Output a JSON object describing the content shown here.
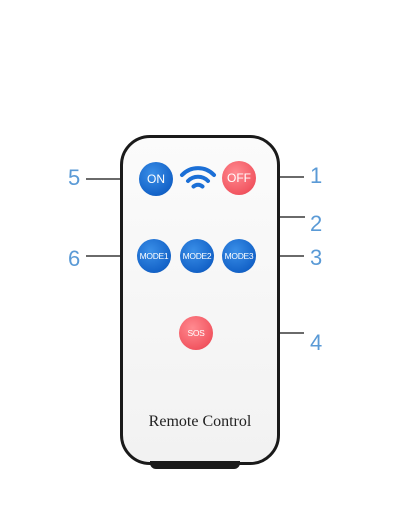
{
  "remote": {
    "brand_label": "Remote Control",
    "buttons": {
      "on": "ON",
      "off": "OFF",
      "mode1": "MODE1",
      "mode2": "MODE2",
      "mode3": "MODE3",
      "sos": "SOS"
    },
    "icons": {
      "signal": "wifi-signal-icon"
    },
    "colors": {
      "blue_button": "#1463c8",
      "red_button": "#f25661",
      "callout_number": "#5a9ad6"
    }
  },
  "callouts": {
    "n1": "1",
    "n2": "2",
    "n3": "3",
    "n4": "4",
    "n5": "5",
    "n6": "6"
  }
}
